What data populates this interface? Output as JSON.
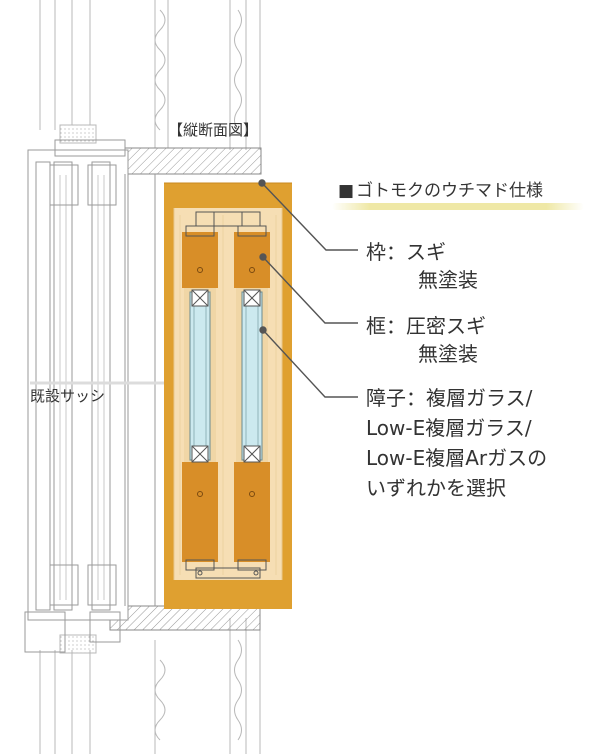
{
  "title": "【縦断面図】",
  "existing_sash": "既設サッシ",
  "spec_title": "ゴトモクのウチマド仕様",
  "spec_marker": "■",
  "callouts": {
    "frame": {
      "term": "枠：スギ",
      "detail": "無塗装"
    },
    "sash": {
      "term": "框：圧密スギ",
      "detail": "無塗装"
    },
    "glass": {
      "line1": "障子：複層ガラス/",
      "line2": "Low-E複層ガラス/",
      "line3": "Low-E複層Arガスの",
      "line4": "いずれかを選択"
    }
  },
  "colors": {
    "frame_wood": "#dfa030",
    "sash_wood": "#d88e28",
    "inner_wood": "#f6deb4",
    "glass": "#cce9ef",
    "line": "#555555",
    "highlight": "#ece496"
  }
}
